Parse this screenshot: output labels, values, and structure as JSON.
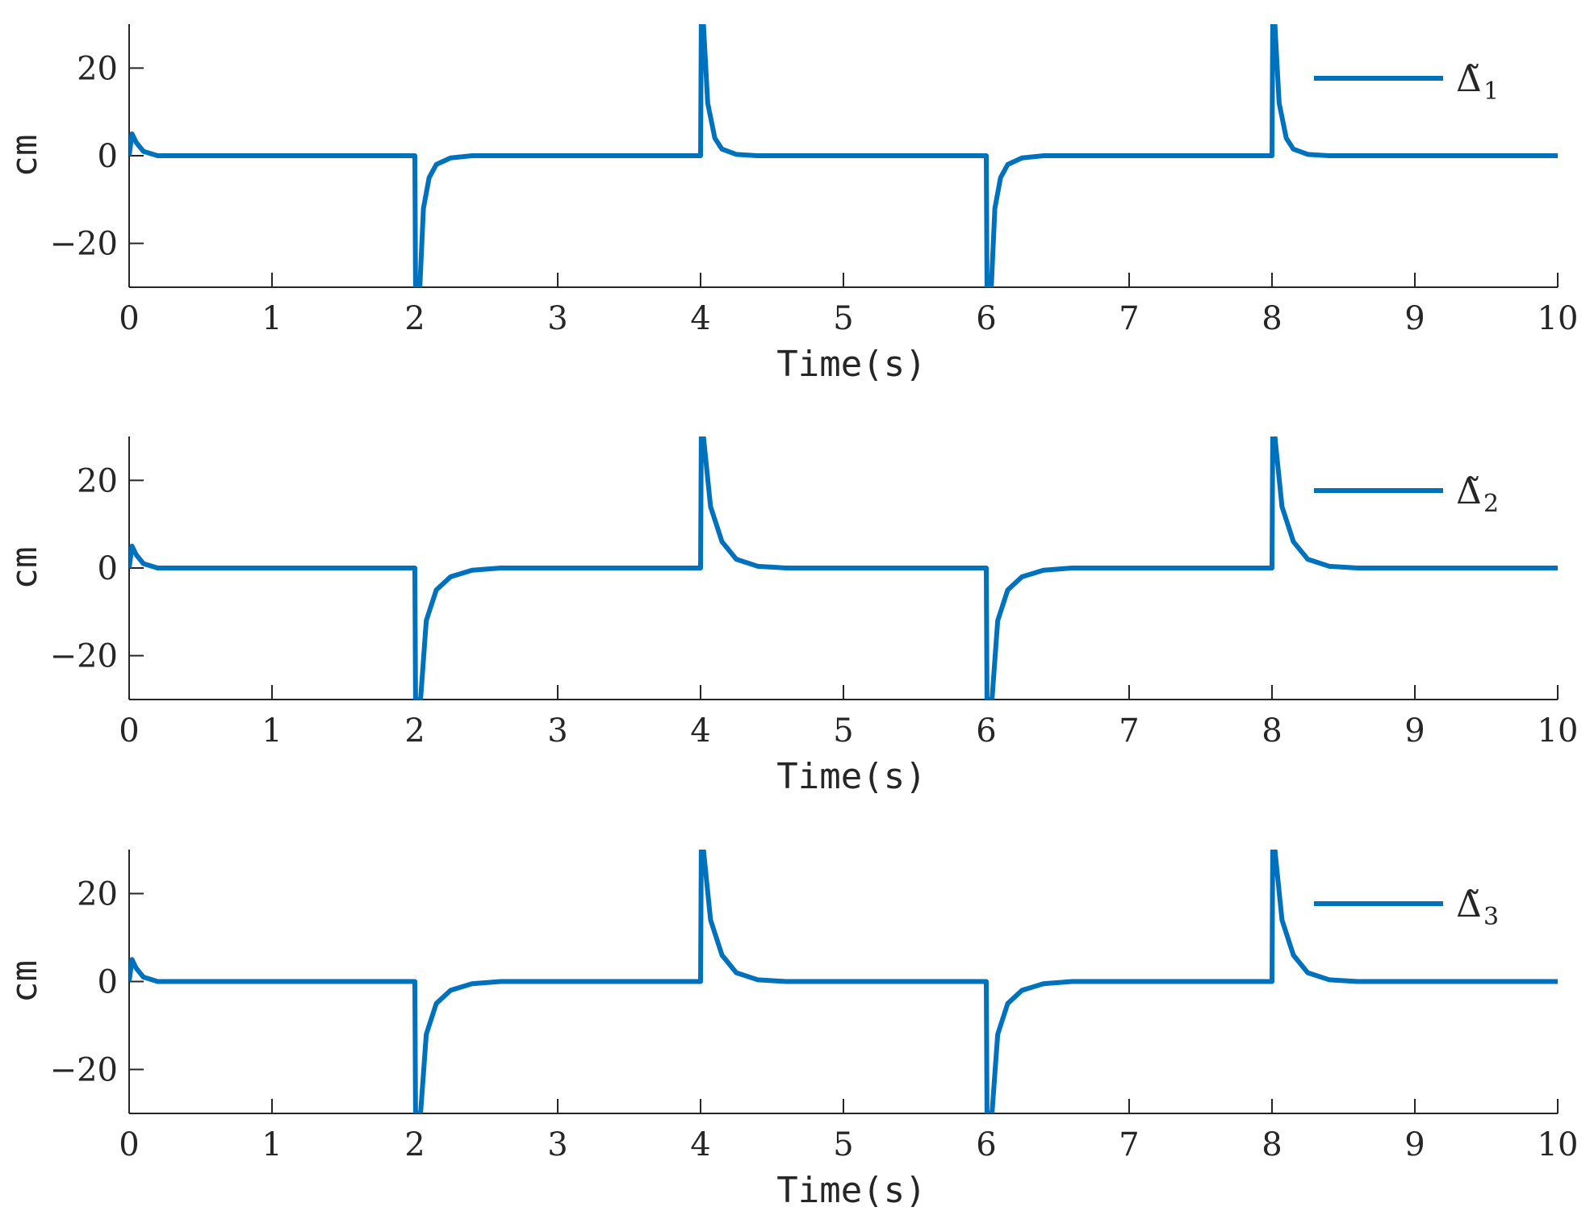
{
  "chart_data": [
    {
      "type": "line",
      "xlabel": "Time(s)",
      "ylabel": "cm",
      "xlim": [
        0,
        10
      ],
      "ylim": [
        -30,
        30
      ],
      "xticks": [
        "0",
        "1",
        "2",
        "3",
        "4",
        "5",
        "6",
        "7",
        "8",
        "9",
        "10"
      ],
      "yticks": [
        "20",
        "0",
        "−20"
      ],
      "legend": {
        "symbol": "Δ̃",
        "subscript": "1",
        "position": "top-right"
      },
      "grid": false,
      "color": "#0072BD",
      "series": [
        {
          "points": [
            [
              0,
              0
            ],
            [
              0.02,
              5
            ],
            [
              0.05,
              3
            ],
            [
              0.1,
              1
            ],
            [
              0.2,
              0
            ],
            [
              2,
              0
            ],
            [
              2.005,
              -30
            ],
            [
              2.035,
              -30
            ],
            [
              2.06,
              -12
            ],
            [
              2.1,
              -5
            ],
            [
              2.15,
              -2
            ],
            [
              2.25,
              -0.5
            ],
            [
              2.4,
              0
            ],
            [
              4,
              0
            ],
            [
              4.005,
              30
            ],
            [
              4.02,
              30
            ],
            [
              4.05,
              12
            ],
            [
              4.1,
              4
            ],
            [
              4.15,
              1.5
            ],
            [
              4.25,
              0.3
            ],
            [
              4.4,
              0
            ],
            [
              6,
              0
            ],
            [
              6.005,
              -30
            ],
            [
              6.035,
              -30
            ],
            [
              6.06,
              -12
            ],
            [
              6.1,
              -5
            ],
            [
              6.15,
              -2
            ],
            [
              6.25,
              -0.5
            ],
            [
              6.4,
              0
            ],
            [
              8,
              0
            ],
            [
              8.005,
              30
            ],
            [
              8.02,
              30
            ],
            [
              8.05,
              12
            ],
            [
              8.1,
              4
            ],
            [
              8.15,
              1.5
            ],
            [
              8.25,
              0.3
            ],
            [
              8.4,
              0
            ],
            [
              10,
              0
            ]
          ]
        }
      ]
    },
    {
      "type": "line",
      "xlabel": "Time(s)",
      "ylabel": "cm",
      "xlim": [
        0,
        10
      ],
      "ylim": [
        -30,
        30
      ],
      "xticks": [
        "0",
        "1",
        "2",
        "3",
        "4",
        "5",
        "6",
        "7",
        "8",
        "9",
        "10"
      ],
      "yticks": [
        "20",
        "0",
        "−20"
      ],
      "legend": {
        "symbol": "Δ̃",
        "subscript": "2",
        "position": "top-right"
      },
      "grid": false,
      "color": "#0072BD",
      "series": [
        {
          "points": [
            [
              0,
              0
            ],
            [
              0.02,
              5
            ],
            [
              0.05,
              3
            ],
            [
              0.1,
              1
            ],
            [
              0.2,
              0
            ],
            [
              2,
              0
            ],
            [
              2.005,
              -30
            ],
            [
              2.04,
              -30
            ],
            [
              2.08,
              -12
            ],
            [
              2.15,
              -5
            ],
            [
              2.25,
              -2
            ],
            [
              2.4,
              -0.5
            ],
            [
              2.6,
              0
            ],
            [
              4,
              0
            ],
            [
              4.005,
              30
            ],
            [
              4.02,
              30
            ],
            [
              4.07,
              14
            ],
            [
              4.15,
              6
            ],
            [
              4.25,
              2
            ],
            [
              4.4,
              0.4
            ],
            [
              4.6,
              0
            ],
            [
              6,
              0
            ],
            [
              6.005,
              -30
            ],
            [
              6.04,
              -30
            ],
            [
              6.08,
              -12
            ],
            [
              6.15,
              -5
            ],
            [
              6.25,
              -2
            ],
            [
              6.4,
              -0.5
            ],
            [
              6.6,
              0
            ],
            [
              8,
              0
            ],
            [
              8.005,
              30
            ],
            [
              8.02,
              30
            ],
            [
              8.07,
              14
            ],
            [
              8.15,
              6
            ],
            [
              8.25,
              2
            ],
            [
              8.4,
              0.4
            ],
            [
              8.6,
              0
            ],
            [
              10,
              0
            ]
          ]
        }
      ]
    },
    {
      "type": "line",
      "xlabel": "Time(s)",
      "ylabel": "cm",
      "xlim": [
        0,
        10
      ],
      "ylim": [
        -30,
        30
      ],
      "xticks": [
        "0",
        "1",
        "2",
        "3",
        "4",
        "5",
        "6",
        "7",
        "8",
        "9",
        "10"
      ],
      "yticks": [
        "20",
        "0",
        "−20"
      ],
      "legend": {
        "symbol": "Δ̃",
        "subscript": "3",
        "position": "top-right"
      },
      "grid": false,
      "color": "#0072BD",
      "series": [
        {
          "points": [
            [
              0,
              0
            ],
            [
              0.02,
              5
            ],
            [
              0.05,
              3
            ],
            [
              0.1,
              1
            ],
            [
              0.2,
              0
            ],
            [
              2,
              0
            ],
            [
              2.005,
              -30
            ],
            [
              2.04,
              -30
            ],
            [
              2.08,
              -12
            ],
            [
              2.15,
              -5
            ],
            [
              2.25,
              -2
            ],
            [
              2.4,
              -0.5
            ],
            [
              2.6,
              0
            ],
            [
              4,
              0
            ],
            [
              4.005,
              30
            ],
            [
              4.02,
              30
            ],
            [
              4.07,
              14
            ],
            [
              4.15,
              6
            ],
            [
              4.25,
              2
            ],
            [
              4.4,
              0.4
            ],
            [
              4.6,
              0
            ],
            [
              6,
              0
            ],
            [
              6.005,
              -30
            ],
            [
              6.04,
              -30
            ],
            [
              6.08,
              -12
            ],
            [
              6.15,
              -5
            ],
            [
              6.25,
              -2
            ],
            [
              6.4,
              -0.5
            ],
            [
              6.6,
              0
            ],
            [
              8,
              0
            ],
            [
              8.005,
              30
            ],
            [
              8.02,
              30
            ],
            [
              8.07,
              14
            ],
            [
              8.15,
              6
            ],
            [
              8.25,
              2
            ],
            [
              8.4,
              0.4
            ],
            [
              8.6,
              0
            ],
            [
              10,
              0
            ]
          ]
        }
      ]
    }
  ]
}
